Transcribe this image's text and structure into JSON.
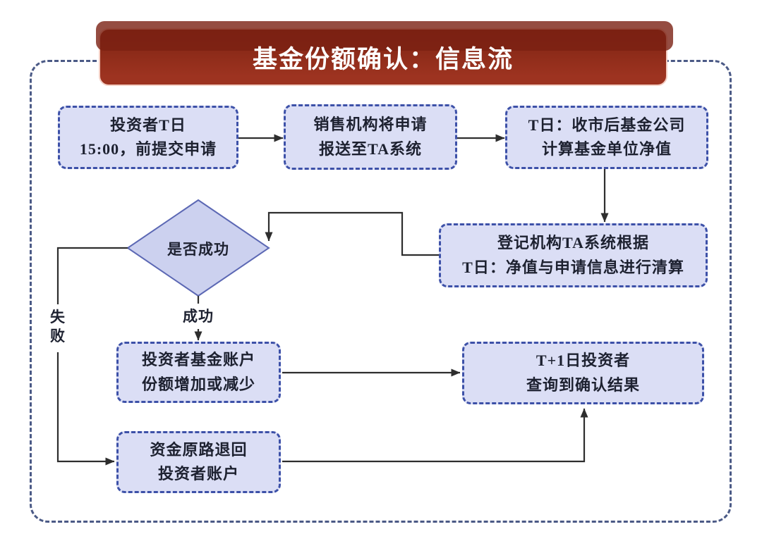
{
  "title": "基金份额确认：信息流",
  "nodes": {
    "investor_submit": {
      "line1": "投资者T日",
      "line2": "15:00，前提交申请"
    },
    "sales_agency": {
      "line1": "销售机构将申请",
      "line2": "报送至TA系统"
    },
    "fund_company": {
      "line1": "T日：收市后基金公司",
      "line2": "计算基金单位净值"
    },
    "ta_clearing": {
      "line1": "登记机构TA系统根据",
      "line2": "T日：净值与申请信息进行清算"
    },
    "decision": {
      "label": "是否成功"
    },
    "account_change": {
      "line1": "投资者基金账户",
      "line2": "份额增加或减少"
    },
    "query_result": {
      "line1": "T+1日投资者",
      "line2": "查询到确认结果"
    },
    "refund": {
      "line1": "资金原路退回",
      "line2": "投资者账户"
    }
  },
  "edge_labels": {
    "success": "成功",
    "fail": "失败"
  },
  "colors": {
    "bg": "#ffffff",
    "banner_top": "#7d2312",
    "banner_bottom": "#9d3320",
    "banner_back": "#7b2113",
    "banner_border": "#f4cfc4",
    "title_color": "#ffffff",
    "frame_border": "#4b5a86",
    "node_fill": "#dbdef5",
    "node_border": "#3d51a8",
    "diamond_fill": "#ccd1ef",
    "diamond_border": "#5c68b4",
    "ink": "#1d2130",
    "arrow": "#2e2e2e"
  }
}
